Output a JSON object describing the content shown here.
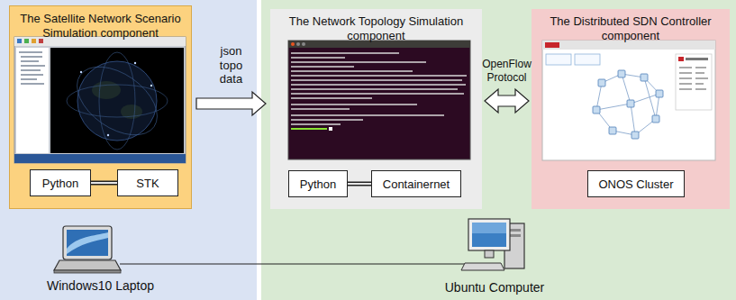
{
  "diagram": {
    "nodes": [
      {
        "text": [
          "Windows10 Laptop"
        ]
      },
      {
        "text": [
          "The Satellite Network Scenario Simulation component"
        ],
        "in": 0
      },
      {
        "text": [
          "Python"
        ],
        "in": 1
      },
      {
        "text": [
          "STK"
        ],
        "in": 1
      },
      {
        "text": [
          "Ubuntu Computer"
        ]
      },
      {
        "text": [
          "The Network Topology Simulation component"
        ],
        "in": 4
      },
      {
        "text": [
          "Python"
        ],
        "in": 5
      },
      {
        "text": [
          "Containernet"
        ],
        "in": 5
      },
      {
        "text": [
          "The Distributed SDN Controller component"
        ],
        "in": 4
      },
      {
        "text": [
          "ONOS Cluster"
        ],
        "in": 8
      }
    ],
    "edges": [
      {
        "from": 2,
        "to": 3,
        "arrow": "none"
      },
      {
        "from": 1,
        "to": 5,
        "label": "json topo data",
        "arrow": "to"
      },
      {
        "from": 6,
        "to": 7,
        "arrow": "none"
      },
      {
        "from": 5,
        "to": 8,
        "label": "OpenFlow Protocol",
        "arrow": "both"
      }
    ]
  }
}
